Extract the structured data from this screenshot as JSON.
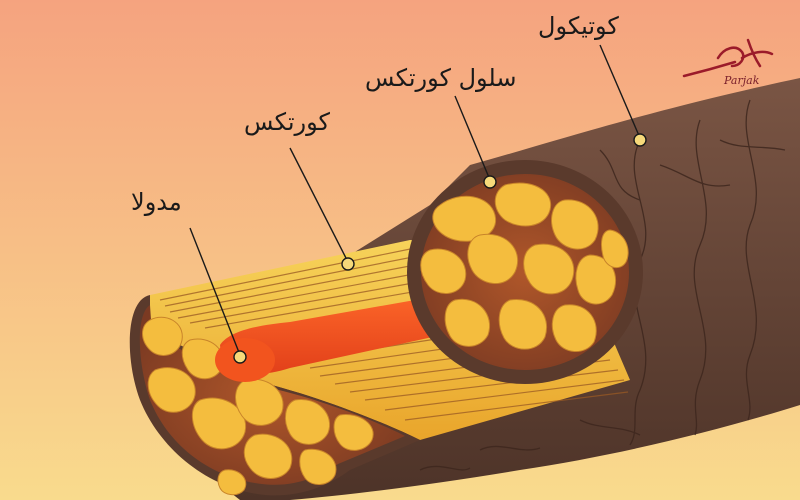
{
  "labels": {
    "cuticle": "کوتیکول",
    "cortex_cell": "سلول کورتکس",
    "cortex": "کورتکس",
    "medulla": "مدولا"
  },
  "logo": {
    "text": "Parjak"
  },
  "colors": {
    "background_top": "#f6a882",
    "background_bottom": "#f9d98c",
    "cuticle": "#6b4a3a",
    "cortex_fibers": "#f3c94a",
    "cortex_cells": "#f2b83a",
    "medulla": "#f2541e",
    "logo": "#9b1b2a"
  }
}
